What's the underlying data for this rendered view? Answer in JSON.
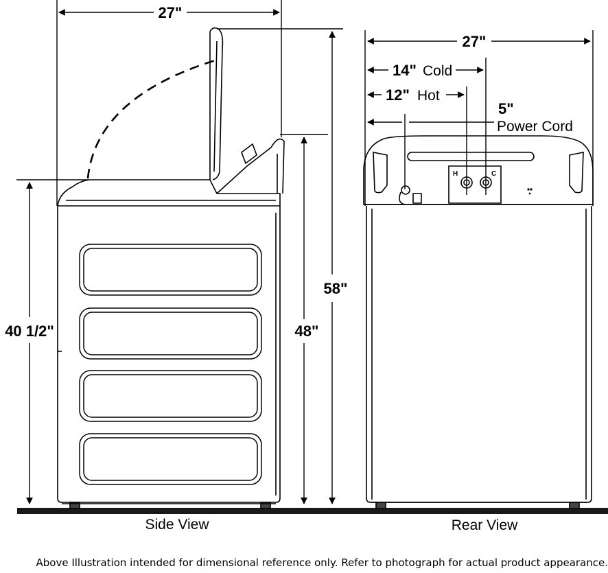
{
  "side_view": {
    "label": "Side View",
    "width_dim": "27\"",
    "height_open_lid": "58\"",
    "height_console": "48\"",
    "height_cabinet": "40 1/2\""
  },
  "rear_view": {
    "label": "Rear View",
    "width_dim": "27\"",
    "cold_dim": "14\"",
    "cold_label": "Cold",
    "hot_dim": "12\"",
    "hot_label": "Hot",
    "cord_dim": "5\"",
    "cord_label": "Power Cord",
    "hot_marker": "H",
    "cold_marker": "C"
  },
  "footer_note": "Above Illustration intended for dimensional reference only. Refer to photograph for actual product appearance."
}
